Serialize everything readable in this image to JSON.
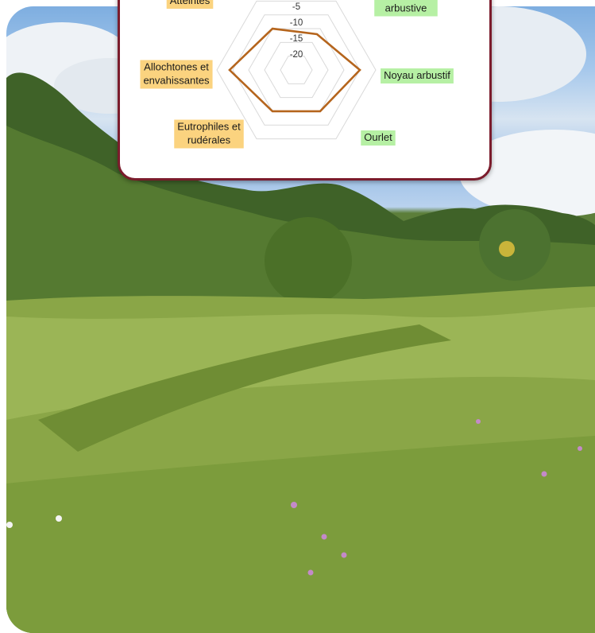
{
  "colors": {
    "frame": "#7b1c2c",
    "series_line": "#b5651d",
    "label_orange": "#fbd37f",
    "label_green": "#b6f0a4",
    "grid": "#d9d9d9"
  },
  "chart_data": {
    "type": "radar",
    "title": "",
    "axes": [
      {
        "label": "Colonisation\narbustive",
        "highlight": "green"
      },
      {
        "label": "Noyau arbustif",
        "highlight": "green"
      },
      {
        "label": "Ourlet",
        "highlight": "green"
      },
      {
        "label": "Eutrophiles et\nrudérales",
        "highlight": "orange"
      },
      {
        "label": "Allochtones et\nenvahissantes",
        "highlight": "orange"
      },
      {
        "label": "Atteintes",
        "highlight": "orange"
      }
    ],
    "series": [
      {
        "name": "",
        "values": [
          -12,
          -5,
          -10,
          -10,
          -4,
          -10
        ]
      }
    ],
    "r_ticks": [
      "-5",
      "-10",
      "-15",
      "-20"
    ],
    "r_range": [
      -25,
      0
    ],
    "grid": true
  },
  "photo": {
    "subject": "prairie-with-hedgerow",
    "icons": [
      "cloud-icon",
      "tree-icon",
      "flower-icon"
    ]
  }
}
